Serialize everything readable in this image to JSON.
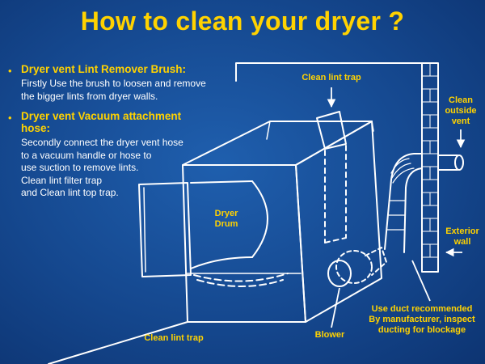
{
  "title": "How to clean your dryer ?",
  "tips": [
    {
      "title": "Dryer vent Lint Remover Brush:",
      "body": "Firstly Use the brush to loosen and remove\nthe bigger lints from dryer walls."
    },
    {
      "title": "Dryer vent Vacuum attachment\nhose:",
      "body": "Secondly connect the dryer vent hose\nto a vacuum handle or hose to\nuse suction to remove lints.\nClean lint filter trap\nand Clean lint top trap."
    }
  ],
  "labels": {
    "clean_lint_trap_top": "Clean  lint  trap",
    "clean_outside_vent": "Clean\noutside\nvent",
    "dryer_drum": "Dryer\nDrum",
    "exterior_wall": "Exterior\nwall",
    "use_duct": "Use duct recommended\nBy manufacturer, inspect\nducting for blockage",
    "blower": "Blower",
    "clean_lint_trap_bottom": "Clean lint trap"
  },
  "colors": {
    "background": "#15488f",
    "title": "#ffd200",
    "label": "#ffd200",
    "line": "#ffffff"
  }
}
